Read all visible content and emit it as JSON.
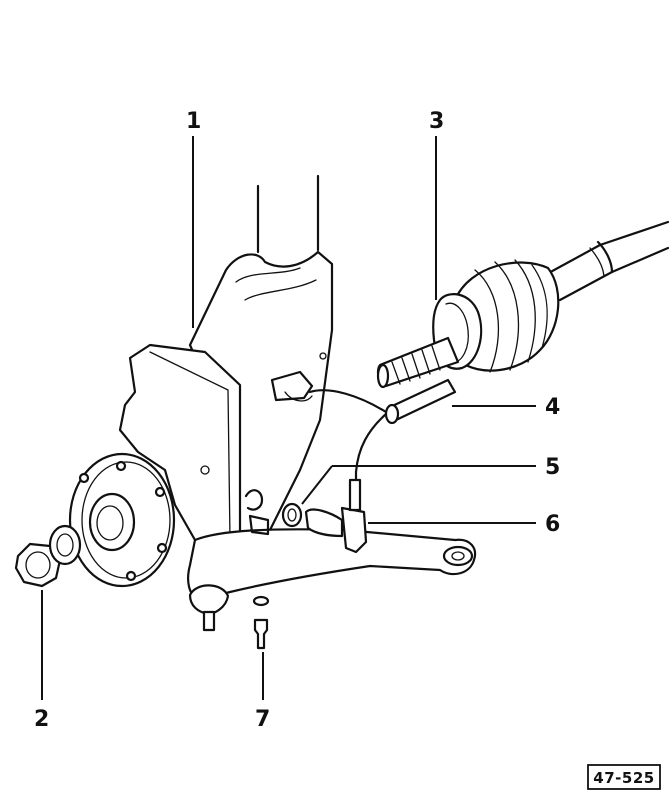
{
  "callouts": [
    {
      "id": "1",
      "text": "1"
    },
    {
      "id": "2",
      "text": "2"
    },
    {
      "id": "3",
      "text": "3"
    },
    {
      "id": "4",
      "text": "4"
    },
    {
      "id": "5",
      "text": "5"
    },
    {
      "id": "6",
      "text": "6"
    },
    {
      "id": "7",
      "text": "7"
    }
  ],
  "reference": "47-525"
}
